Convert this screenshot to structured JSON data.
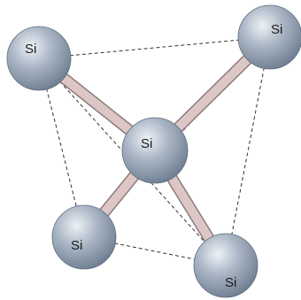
{
  "diagram": {
    "atoms": [
      {
        "id": "top-left",
        "label": "Si"
      },
      {
        "id": "top-right",
        "label": "Si"
      },
      {
        "id": "center",
        "label": "Si"
      },
      {
        "id": "bottom-left",
        "label": "Si"
      },
      {
        "id": "bottom-right",
        "label": "Si"
      }
    ],
    "colors": {
      "atom_fill": "#a9b5c4",
      "atom_highlight": "#e6ecf2",
      "atom_shadow": "#6c7c8f",
      "bond_fill": "#d9c3c3",
      "bond_edge": "#8f7a7a",
      "edge_dash": "#333333"
    }
  }
}
